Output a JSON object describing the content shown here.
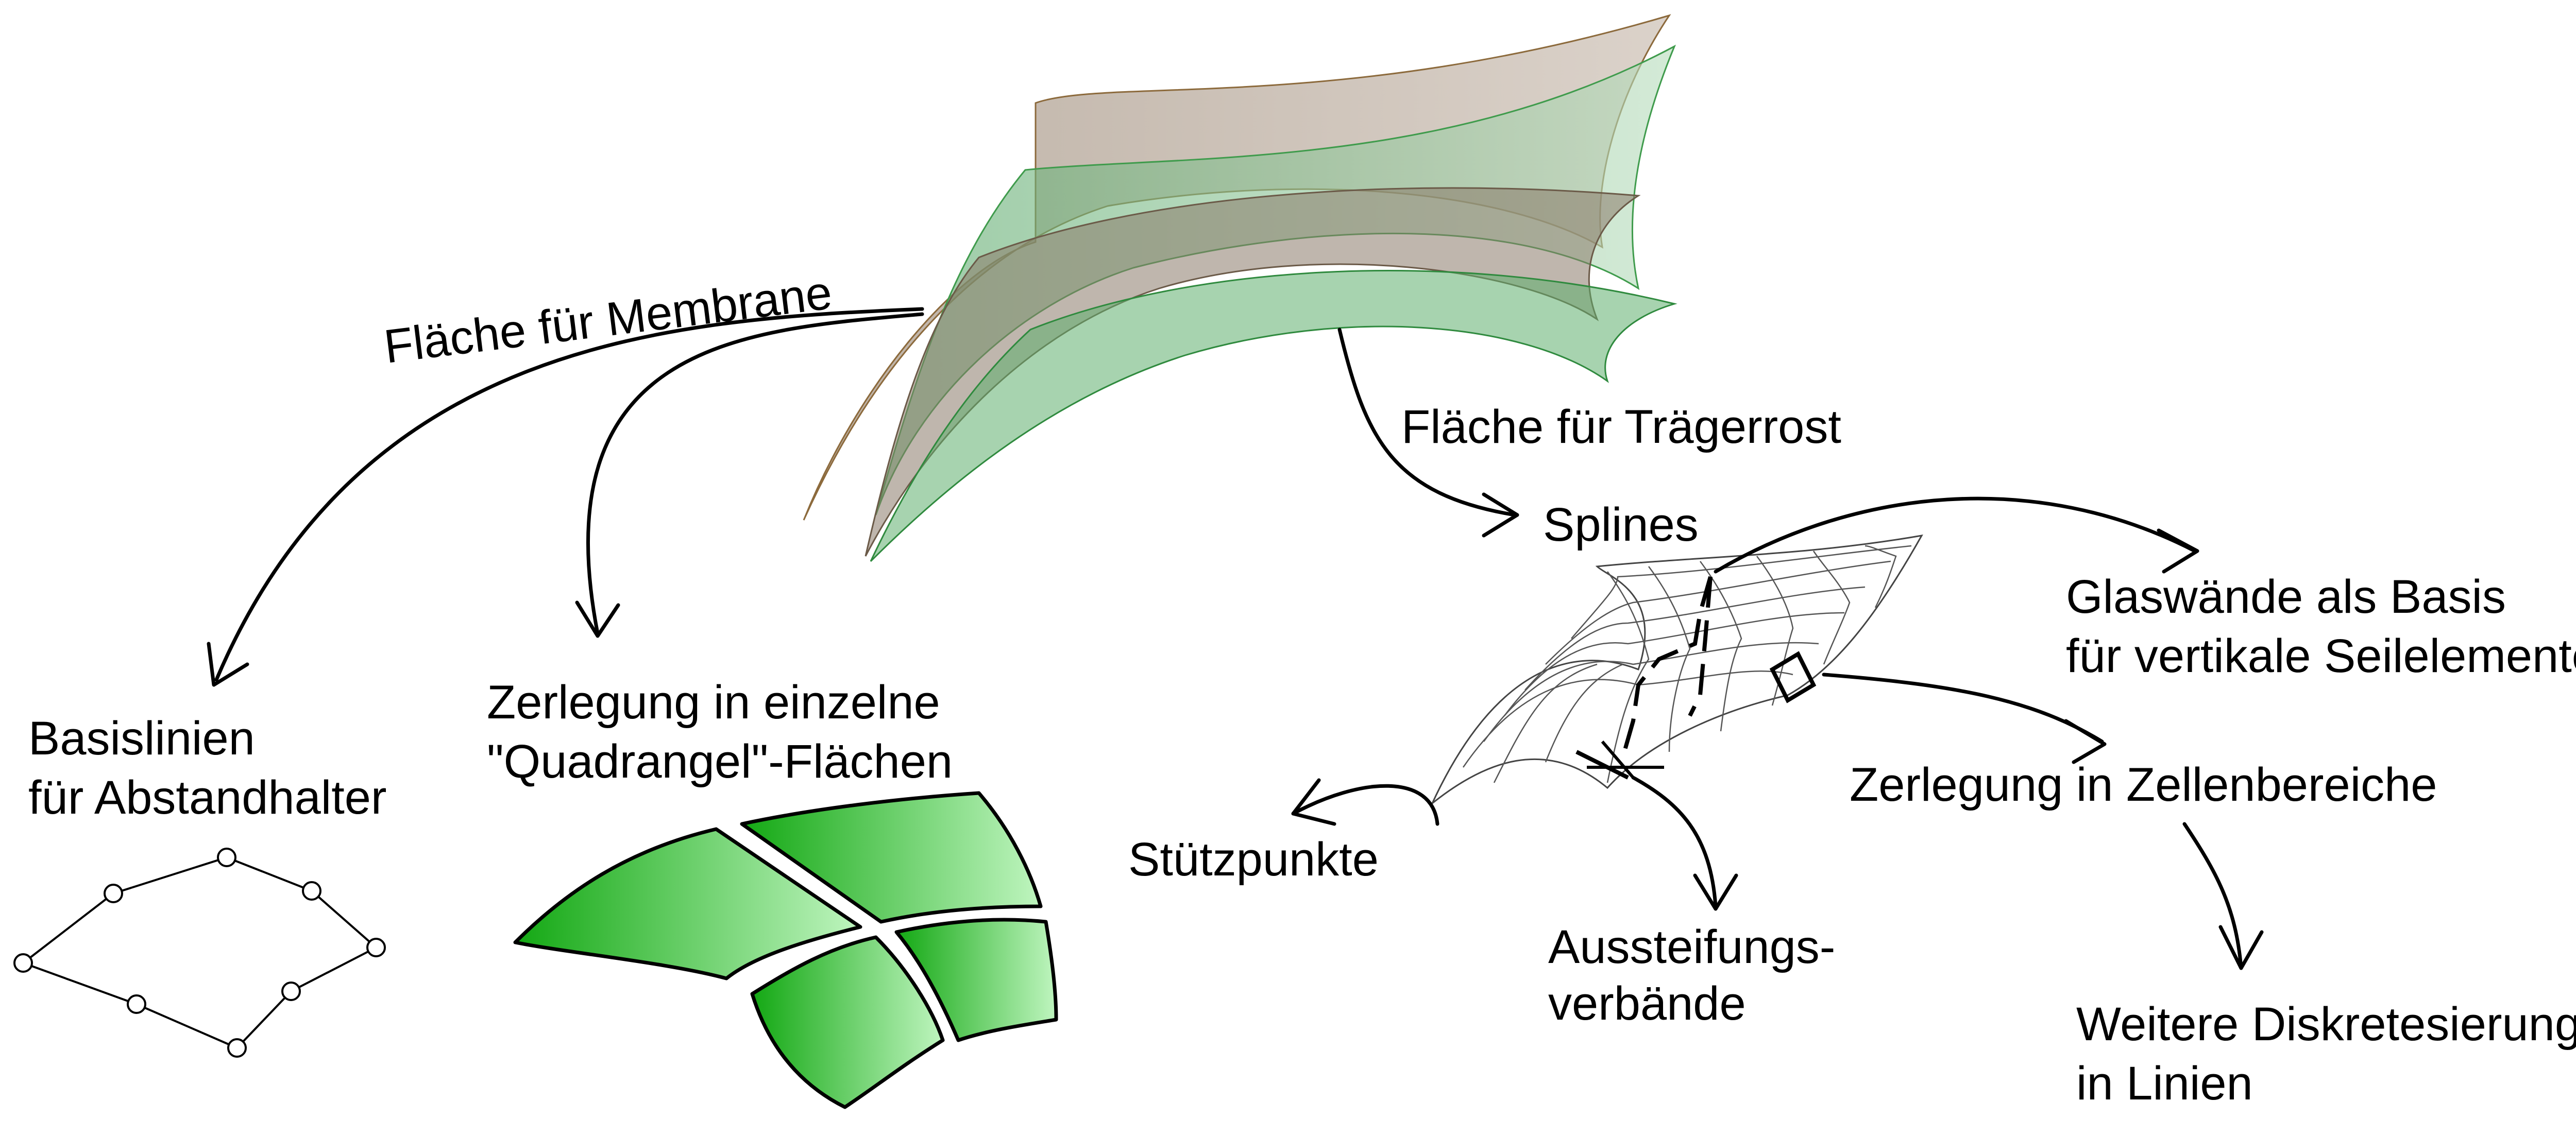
{
  "labels": {
    "membrane_surface": "Fläche für Membrane",
    "grid_surface": "Fläche für Trägerrost",
    "splines": "Splines",
    "glass_walls_line1": "Glaswände als Basis",
    "glass_walls_line2": "für vertikale Seilelemente",
    "base_lines_line1": "Basislinien",
    "base_lines_line2": "für Abstandhalter",
    "quad_split_line1": "Zerlegung in einzelne",
    "quad_split_line2": "\"Quadrangel\"-Flächen",
    "cell_split": "Zerlegung in Zellenbereiche",
    "supports": "Stützpunkte",
    "bracing_line1": "Aussteifungs-",
    "bracing_line2": "verbände",
    "discretize_line1": "Weitere Diskretesierung",
    "discretize_line2": "in Linien"
  },
  "icons": {
    "membrane": "double-curved-membrane-surfaces",
    "grid": "wireframe-grid-surface",
    "polygon": "polygon-with-nodes",
    "quads": "green-quadrangle-panels"
  },
  "colors": {
    "membrane_brown": "#b5a79a",
    "membrane_green": "#7fc08a",
    "quad_dark": "#1aaa1a",
    "quad_light": "#b6f0b6"
  }
}
